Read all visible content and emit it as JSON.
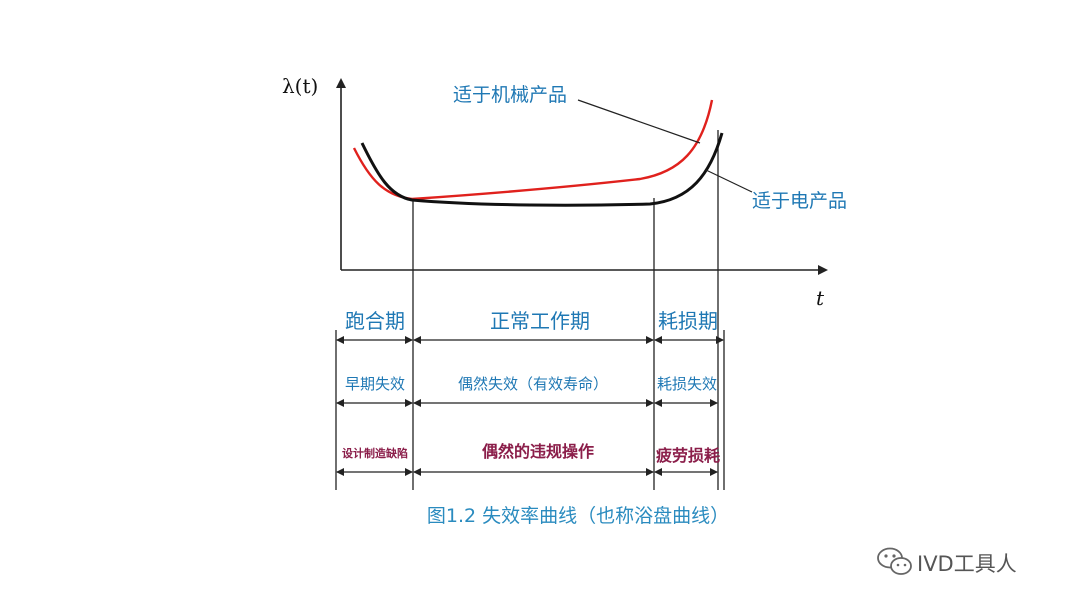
{
  "axes": {
    "y_label": "λ(t)",
    "x_label": "t"
  },
  "curves": {
    "mechanical": {
      "label": "适于机械产品",
      "color": "#e0211d"
    },
    "electrical": {
      "label": "适于电产品",
      "color": "#111111"
    }
  },
  "phases": {
    "names": [
      "跑合期",
      "正常工作期",
      "耗损期"
    ],
    "failure_types": [
      "早期失效",
      "偶然失效（有效寿命）",
      "耗损失效"
    ],
    "causes": [
      "设计制造缺陷",
      "偶然的违规操作",
      "疲劳损耗"
    ]
  },
  "caption": "图1.2 失效率曲线（也称浴盘曲线）",
  "watermark": "IVD工具人",
  "colors": {
    "label_blue": "#1f78b4",
    "caption_blue": "#2a8bbf",
    "cause_maroon": "#8b1e4a"
  }
}
